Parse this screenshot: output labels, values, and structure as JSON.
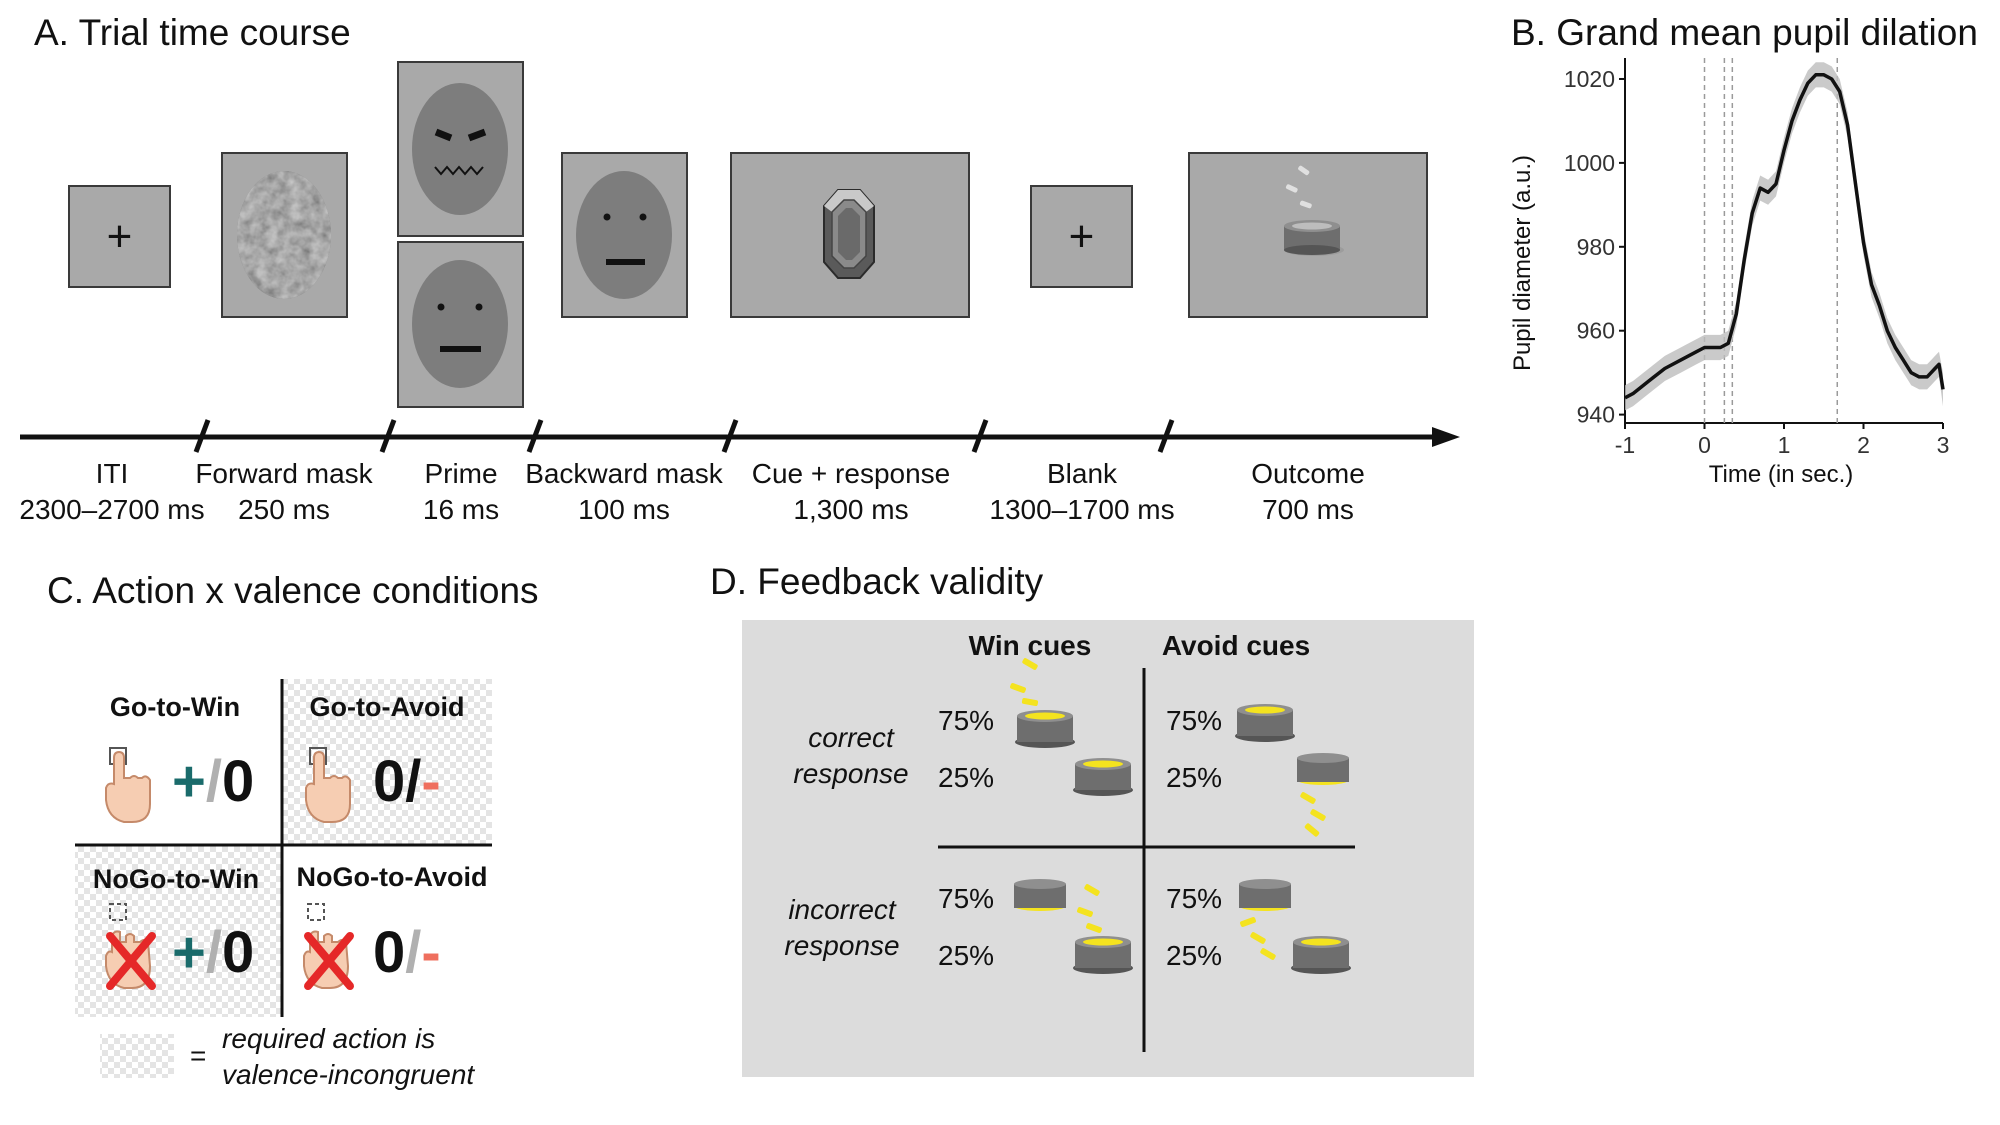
{
  "panel_a": {
    "title": "A. Trial time course",
    "phases": [
      {
        "name": "ITI",
        "duration": "2300–2700 ms"
      },
      {
        "name": "Forward mask",
        "duration": "250 ms"
      },
      {
        "name": "Prime",
        "duration": "16 ms"
      },
      {
        "name": "Backward mask",
        "duration": "100 ms"
      },
      {
        "name": "Cue + response",
        "duration": "1,300 ms"
      },
      {
        "name": "Blank",
        "duration": "1300–1700 ms"
      },
      {
        "name": "Outcome",
        "duration": "700 ms"
      }
    ],
    "fixation_symbol": "+"
  },
  "panel_b": {
    "title": "B. Grand mean pupil dilation",
    "chart_data": {
      "type": "line",
      "title": "B. Grand mean pupil dilation",
      "xlabel": "Time (in sec.)",
      "ylabel": "Pupil diameter (a.u.)",
      "xlim": [
        -1,
        3
      ],
      "ylim": [
        938,
        1025
      ],
      "xticks": [
        "-1",
        "0",
        "1",
        "2",
        "3"
      ],
      "yticks": [
        "940",
        "960",
        "980",
        "1000",
        "1020"
      ],
      "grid": false,
      "vlines": [
        0,
        0.25,
        0.35,
        1.67
      ],
      "series": [
        {
          "x": [
            -1.0,
            -0.9,
            -0.7,
            -0.5,
            -0.3,
            -0.1,
            0.0,
            0.1,
            0.2,
            0.3,
            0.4,
            0.5,
            0.6,
            0.7,
            0.8,
            0.9,
            1.0,
            1.1,
            1.2,
            1.3,
            1.4,
            1.5,
            1.6,
            1.7,
            1.8,
            1.9,
            2.0,
            2.1,
            2.2,
            2.3,
            2.4,
            2.5,
            2.6,
            2.7,
            2.8,
            2.85,
            2.9,
            2.95,
            3.0
          ],
          "y": [
            944,
            945,
            948,
            951,
            953,
            955,
            956,
            956,
            956,
            957,
            964,
            977,
            988,
            994,
            993,
            995,
            1003,
            1010,
            1015,
            1019,
            1021,
            1021,
            1020,
            1017,
            1009,
            995,
            981,
            971,
            966,
            960,
            956,
            953,
            950,
            949,
            949,
            950,
            951,
            952,
            946
          ],
          "ci_lower": [
            941,
            942,
            945,
            948,
            950,
            952,
            953,
            953,
            953,
            954,
            961,
            974,
            985,
            991,
            990,
            992,
            1000,
            1007,
            1012,
            1016,
            1018,
            1018,
            1017,
            1014,
            1006,
            992,
            978,
            968,
            963,
            957,
            953,
            950,
            947,
            946,
            946,
            947,
            948,
            949,
            942
          ],
          "ci_upper": [
            947,
            948,
            951,
            954,
            956,
            958,
            959,
            959,
            959,
            960,
            967,
            980,
            991,
            997,
            996,
            998,
            1006,
            1013,
            1018,
            1022,
            1024,
            1024,
            1023,
            1020,
            1012,
            998,
            984,
            974,
            969,
            963,
            959,
            956,
            953,
            952,
            952,
            953,
            954,
            955,
            950
          ]
        }
      ]
    }
  },
  "panel_c": {
    "title": "C. Action x valence conditions",
    "cells": [
      {
        "title": "Go-to-Win",
        "left": "+",
        "slash": "/",
        "right": "0"
      },
      {
        "title": "Go-to-Avoid",
        "left": "0",
        "slash": "/",
        "right": "-"
      },
      {
        "title": "NoGo-to-Win",
        "left": "+",
        "slash": "/",
        "right": "0"
      },
      {
        "title": "NoGo-to-Avoid",
        "left": "0",
        "slash": "/",
        "right": "-"
      }
    ],
    "legend_equals": "=",
    "legend_line1": "required action is",
    "legend_line2": "valence-incongruent"
  },
  "panel_d": {
    "title": "D. Feedback validity",
    "col_win": "Win cues",
    "col_avoid": "Avoid cues",
    "row1_line1": "correct",
    "row1_line2": "response",
    "row2_line1": "incorrect",
    "row2_line2": "response",
    "pct_75": "75%",
    "pct_25": "25%"
  },
  "colors": {
    "screen": "#a9a9a9",
    "face": "#7d7d7d",
    "teal": "#1a6b6b",
    "red": "#ef6f5e",
    "coin": "#f4e31f",
    "panel_d_bg": "#dcdcdc"
  }
}
